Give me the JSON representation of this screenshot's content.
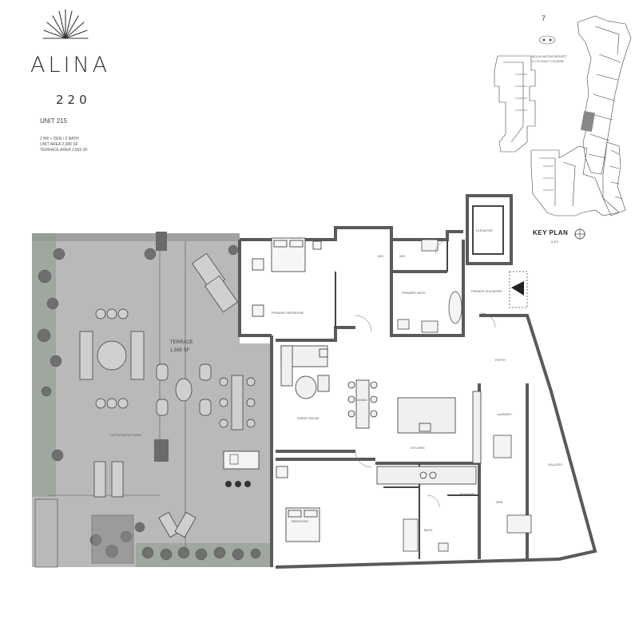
{
  "brand": {
    "name": "ALINA",
    "number": "220"
  },
  "unit": {
    "title": "UNIT 215",
    "specs": [
      "2 BR + DEN / 2 BATH",
      "UNIT AREA     2,680 SF",
      "TERRACE AREA   1,665 SF"
    ]
  },
  "key_plan": {
    "label": "KEY PLAN",
    "level_number": "7",
    "amenity_note_1": "BOCA RATON RESORT",
    "amenity_note_2": "& ITS GOLF COURSE",
    "sub": "& E0"
  },
  "rooms": {
    "terrace_name": "TERRACE",
    "terrace_area": "1,665 SF",
    "primary_bedroom": "PRIMARY BEDROOM",
    "primary_bath": "PRIMARY BATH",
    "wic": "W/C",
    "wc": "W/C",
    "elevator": "ELEVATOR",
    "private_elevator": "PRIVATE ELEVATOR",
    "entry": "ENTRY",
    "dining": "DINING",
    "great_room": "GREAT ROOM",
    "kitchen": "KITCHEN",
    "bedroom": "BEDROOM",
    "laundry": "LAUNDRY",
    "den": "DEN",
    "powder": "POWDER",
    "bath": "BATH",
    "gallery": "GALLERY",
    "outdoor_kitchen": "OUTDOOR KITCHEN"
  }
}
